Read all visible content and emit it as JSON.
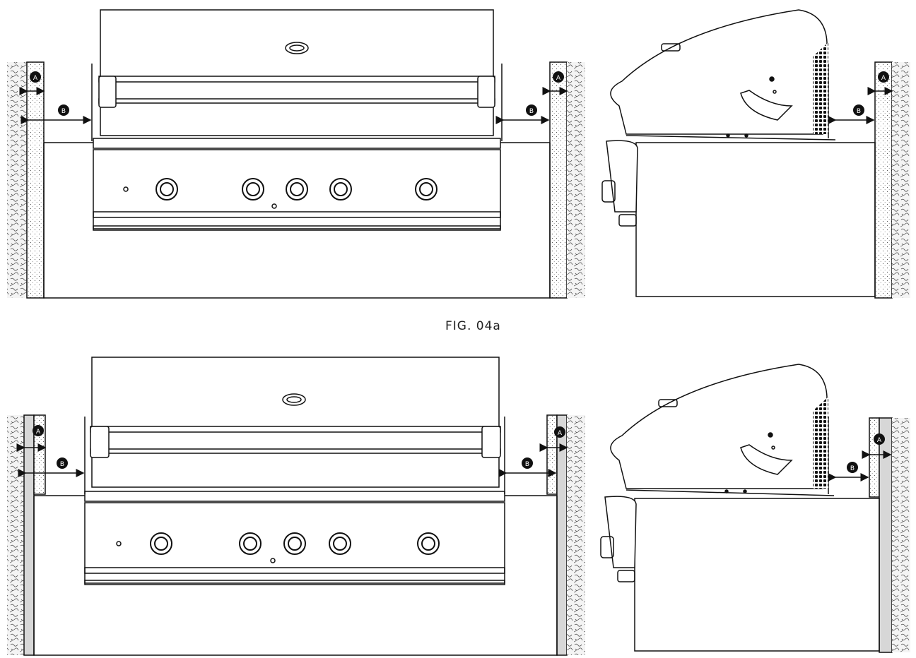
{
  "figure": {
    "caption": "FIG. 04a",
    "dimension_labels": {
      "side_clearance": "A",
      "lateral_clearance": "B"
    },
    "colors": {
      "line": "#111111",
      "stone_fill": "#f2f2f2",
      "insulation_fill": "#d7d7d7",
      "marker_fill": "#111111"
    }
  }
}
